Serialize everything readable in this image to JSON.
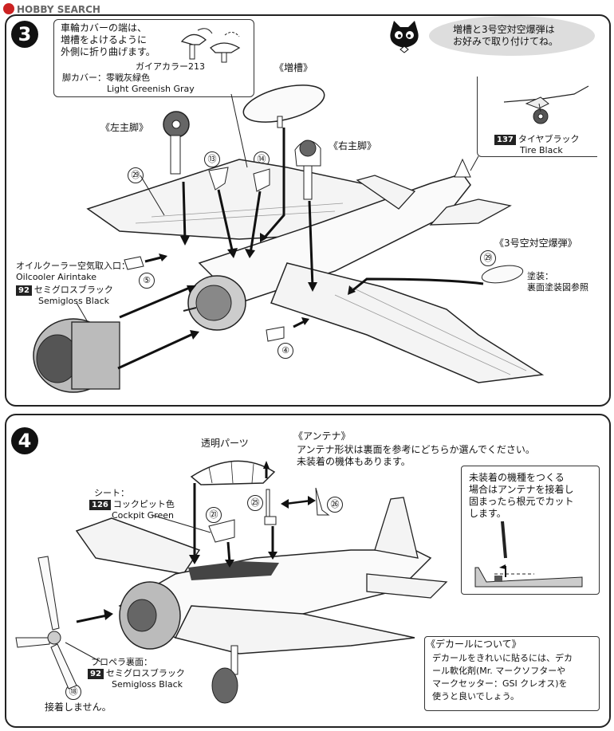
{
  "watermark": {
    "brand": "HOBBY SEARCH"
  },
  "step3": {
    "number": "3",
    "callout_fold": {
      "text": "車輪カバーの端は、\n増槽をよけるように\n外側に折り曲げます。",
      "paint_maker": "ガイアカラー213",
      "paint_label": "脚カバー：零戦灰緑色",
      "paint_en": "Light Greenish Gray"
    },
    "droptank_label": "《増槽》",
    "left_gear_label": "《左主脚》",
    "right_gear_label": "《右主脚》",
    "speech": "増槽と3号空対空爆弾は\nお好みで取り付けてね。",
    "tire": {
      "code": "137",
      "jp": "タイヤブラック",
      "en": "Tire Black"
    },
    "bomb_label": "《3号空対空爆弾》",
    "bomb_paint": "塗装：\n裏面塗装図参照",
    "oilcooler": {
      "jp": "オイルクーラー空気取入口：",
      "en": "Oilcooler Airintake",
      "code": "92",
      "paint_jp": "セミグロスブラック",
      "paint_en": "Semigloss Black"
    },
    "parts": {
      "p29a": "㉙",
      "p13": "⑬",
      "p14": "⑭",
      "p5": "⑤",
      "p4": "④",
      "p29b": "㉙"
    }
  },
  "step4": {
    "number": "4",
    "clear_parts": "透明パーツ",
    "antenna_title": "《アンテナ》",
    "antenna_text": "アンテナ形状は裏面を参考にどちらか選んでください。\n未装着の機体もあります。",
    "seat": {
      "label": "シート：",
      "code": "126",
      "jp": "コックピット色",
      "en": "Cockpit Green"
    },
    "nonmount_box": "未装着の機種をつくる\n場合はアンテナを接着し\n固まったら根元でカット\nします。",
    "propeller": {
      "label": "プロペラ裏面：",
      "code": "92",
      "jp": "セミグロスブラック",
      "en": "Semigloss Black"
    },
    "part18": "⑱",
    "part18_note": "接着しません。",
    "parts": {
      "p21": "㉑",
      "p25": "㉕",
      "p26": "㉖"
    },
    "decal_title": "《デカールについて》",
    "decal_text": "デカールをきれいに貼るには、デカ\nール軟化剤(Mr. マークソフターや\nマークセッター：GSI クレオス)を\n使うと良いでしょう。"
  }
}
